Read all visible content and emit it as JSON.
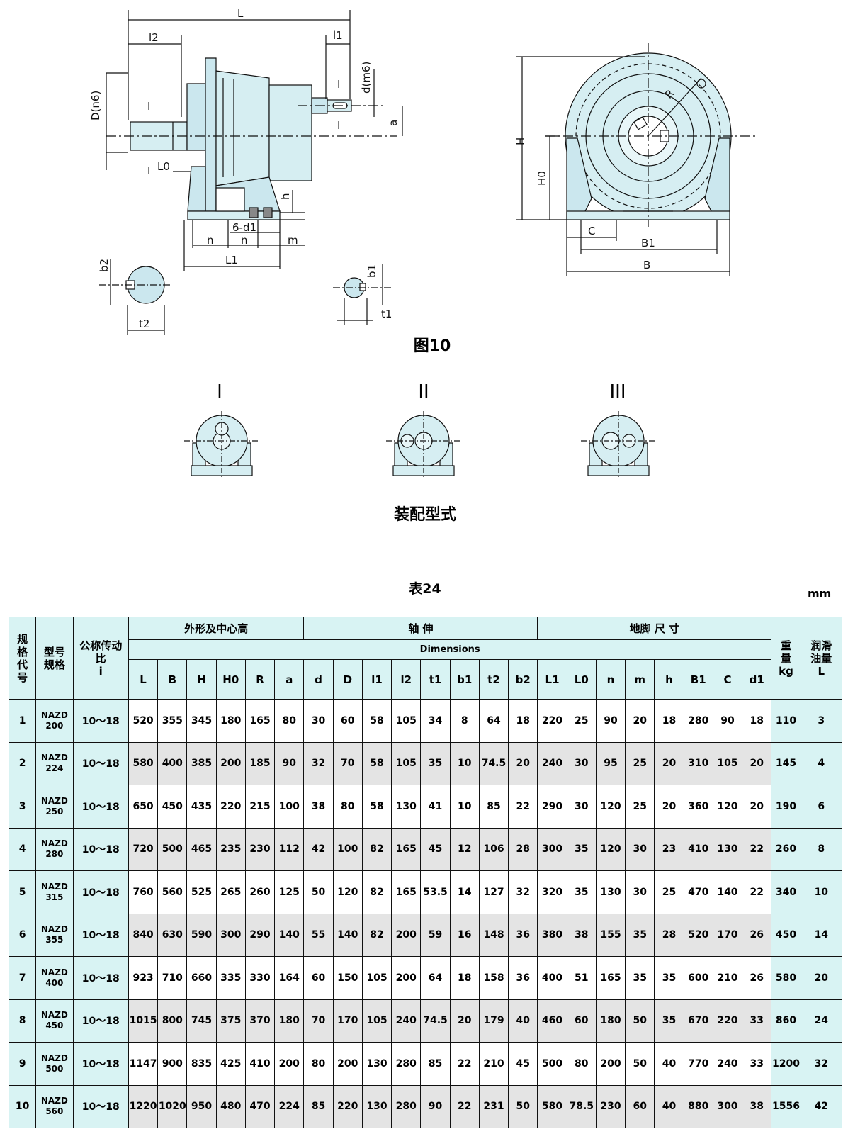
{
  "figure": {
    "caption": "图10",
    "labels": {
      "L": "L",
      "l2": "l2",
      "l1": "l1",
      "D": "D(n6)",
      "d": "d(m6)",
      "a": "a",
      "L0": "L0",
      "h": "h",
      "d1": "6-d1",
      "n": "n",
      "m": "m",
      "L1": "L1",
      "b2": "b2",
      "t2": "t2",
      "b1": "b1",
      "t1": "t1",
      "H": "H",
      "H0": "H0",
      "R": "R",
      "C": "C",
      "B1": "B1",
      "B": "B",
      "section": "I"
    }
  },
  "assembly": {
    "caption": "装配型式",
    "types": [
      "I",
      "II",
      "III"
    ]
  },
  "table": {
    "title": "表24",
    "unit": "mm",
    "headers": {
      "code": "规格代号",
      "model": "型号规格",
      "ratio": "公称传动比",
      "ratio_sym": "i",
      "group_outline": "外形及中心高",
      "group_shaft": "轴 伸",
      "group_foot": "地脚 尺 寸",
      "dimensions": "Dimensions",
      "weight": "重量",
      "weight_unit": "kg",
      "oil": "润滑油量",
      "oil_unit": "L",
      "cols": [
        "L",
        "B",
        "H",
        "H0",
        "R",
        "a",
        "d",
        "D",
        "l1",
        "l2",
        "t1",
        "b1",
        "t2",
        "b2",
        "L1",
        "L0",
        "n",
        "m",
        "h",
        "B1",
        "C",
        "d1"
      ]
    },
    "rows": [
      {
        "code": "1",
        "model": "NAZD",
        "size": "200",
        "ratio": "10～18",
        "dims": [
          "520",
          "355",
          "345",
          "180",
          "165",
          "80",
          "30",
          "60",
          "58",
          "105",
          "34",
          "8",
          "64",
          "18",
          "220",
          "25",
          "90",
          "20",
          "18",
          "280",
          "90",
          "18"
        ],
        "weight": "110",
        "oil": "3"
      },
      {
        "code": "2",
        "model": "NAZD",
        "size": "224",
        "ratio": "10～18",
        "dims": [
          "580",
          "400",
          "385",
          "200",
          "185",
          "90",
          "32",
          "70",
          "58",
          "105",
          "35",
          "10",
          "74.5",
          "20",
          "240",
          "30",
          "95",
          "25",
          "20",
          "310",
          "105",
          "20"
        ],
        "weight": "145",
        "oil": "4"
      },
      {
        "code": "3",
        "model": "NAZD",
        "size": "250",
        "ratio": "10～18",
        "dims": [
          "650",
          "450",
          "435",
          "220",
          "215",
          "100",
          "38",
          "80",
          "58",
          "130",
          "41",
          "10",
          "85",
          "22",
          "290",
          "30",
          "120",
          "25",
          "20",
          "360",
          "120",
          "20"
        ],
        "weight": "190",
        "oil": "6"
      },
      {
        "code": "4",
        "model": "NAZD",
        "size": "280",
        "ratio": "10～18",
        "dims": [
          "720",
          "500",
          "465",
          "235",
          "230",
          "112",
          "42",
          "100",
          "82",
          "165",
          "45",
          "12",
          "106",
          "28",
          "300",
          "35",
          "120",
          "30",
          "23",
          "410",
          "130",
          "22"
        ],
        "weight": "260",
        "oil": "8"
      },
      {
        "code": "5",
        "model": "NAZD",
        "size": "315",
        "ratio": "10～18",
        "dims": [
          "760",
          "560",
          "525",
          "265",
          "260",
          "125",
          "50",
          "120",
          "82",
          "165",
          "53.5",
          "14",
          "127",
          "32",
          "320",
          "35",
          "130",
          "30",
          "25",
          "470",
          "140",
          "22"
        ],
        "weight": "340",
        "oil": "10"
      },
      {
        "code": "6",
        "model": "NAZD",
        "size": "355",
        "ratio": "10～18",
        "dims": [
          "840",
          "630",
          "590",
          "300",
          "290",
          "140",
          "55",
          "140",
          "82",
          "200",
          "59",
          "16",
          "148",
          "36",
          "380",
          "38",
          "155",
          "35",
          "28",
          "520",
          "170",
          "26"
        ],
        "weight": "450",
        "oil": "14"
      },
      {
        "code": "7",
        "model": "NAZD",
        "size": "400",
        "ratio": "10～18",
        "dims": [
          "923",
          "710",
          "660",
          "335",
          "330",
          "164",
          "60",
          "150",
          "105",
          "200",
          "64",
          "18",
          "158",
          "36",
          "400",
          "51",
          "165",
          "35",
          "35",
          "600",
          "210",
          "26"
        ],
        "weight": "580",
        "oil": "20"
      },
      {
        "code": "8",
        "model": "NAZD",
        "size": "450",
        "ratio": "10～18",
        "dims": [
          "1015",
          "800",
          "745",
          "375",
          "370",
          "180",
          "70",
          "170",
          "105",
          "240",
          "74.5",
          "20",
          "179",
          "40",
          "460",
          "60",
          "180",
          "50",
          "35",
          "670",
          "220",
          "33"
        ],
        "weight": "860",
        "oil": "24"
      },
      {
        "code": "9",
        "model": "NAZD",
        "size": "500",
        "ratio": "10～18",
        "dims": [
          "1147",
          "900",
          "835",
          "425",
          "410",
          "200",
          "80",
          "200",
          "130",
          "280",
          "85",
          "22",
          "210",
          "45",
          "500",
          "80",
          "200",
          "50",
          "40",
          "770",
          "240",
          "33"
        ],
        "weight": "1200",
        "oil": "32"
      },
      {
        "code": "10",
        "model": "NAZD",
        "size": "560",
        "ratio": "10～18",
        "dims": [
          "1220",
          "1020",
          "950",
          "480",
          "470",
          "224",
          "85",
          "220",
          "130",
          "280",
          "90",
          "22",
          "231",
          "50",
          "580",
          "78.5",
          "230",
          "60",
          "40",
          "880",
          "300",
          "38"
        ],
        "weight": "1556",
        "oil": "42"
      }
    ]
  }
}
